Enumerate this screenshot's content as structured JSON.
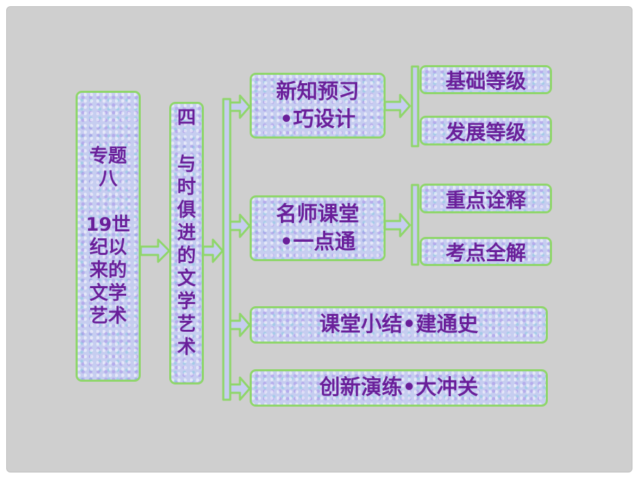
{
  "root": {
    "line1": "专题",
    "line2": "八",
    "line3": "19世",
    "line4": "纪以",
    "line5": "来的",
    "line6": "文学",
    "line7": "艺术"
  },
  "section": {
    "line1": "四",
    "line2": "与",
    "line3": "时",
    "line4": "俱",
    "line5": "进",
    "line6": "的",
    "line7": "文",
    "line8": "学",
    "line9": "艺",
    "line10": "术"
  },
  "branches": [
    {
      "line1": "新知预习",
      "line2": "•巧设计"
    },
    {
      "line1": "名师课堂",
      "line2": "•一点通"
    },
    {
      "label": "课堂小结•建通史"
    },
    {
      "label": "创新演练•大冲关"
    }
  ],
  "sub_items": [
    "基础等级",
    "发展等级",
    "重点诠释",
    "考点全解"
  ],
  "colors": {
    "background": "#cfcfcf",
    "box_fill": "#c6cdf0",
    "border_green": "#8fd66a",
    "text_purple": "#6a1f9a"
  }
}
